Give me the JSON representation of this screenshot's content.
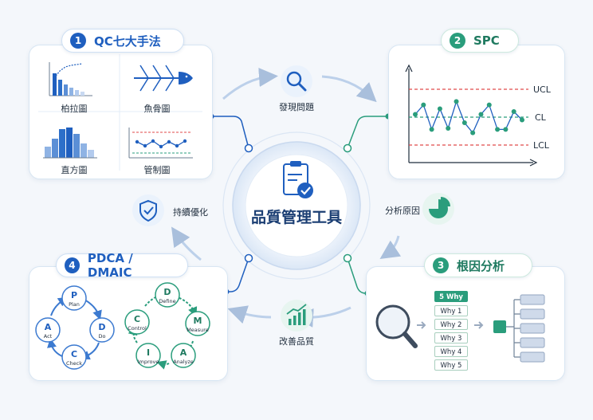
{
  "center": {
    "title": "品質管理工具"
  },
  "steps": [
    {
      "num": "1",
      "title": "QC七大手法"
    },
    {
      "num": "2",
      "title": "SPC"
    },
    {
      "num": "3",
      "title": "根因分析"
    },
    {
      "num": "4",
      "title": "PDCA / DMAIC"
    }
  ],
  "qc_tools": [
    "柏拉圖",
    "魚骨圖",
    "直方圖",
    "管制圖"
  ],
  "spc": {
    "ucl": "UCL",
    "cl": "CL",
    "lcl": "LCL",
    "points": [
      0.55,
      0.72,
      0.28,
      0.65,
      0.3,
      0.78,
      0.4,
      0.22,
      0.55,
      0.72,
      0.28,
      0.28,
      0.6,
      0.45
    ]
  },
  "cycle": {
    "top": "發現問題",
    "right": "分析原因",
    "bottom": "改善品質",
    "left": "持續優化"
  },
  "why": [
    "5 Why",
    "Why 1",
    "Why 2",
    "Why 3",
    "Why 4",
    "Why 5"
  ],
  "pdca": [
    {
      "letter": "P",
      "word": "Plan"
    },
    {
      "letter": "D",
      "word": "Do"
    },
    {
      "letter": "C",
      "word": "Check"
    },
    {
      "letter": "A",
      "word": "Act"
    }
  ],
  "dmaic": [
    {
      "letter": "D",
      "word": "Define"
    },
    {
      "letter": "M",
      "word": "Measure"
    },
    {
      "letter": "A",
      "word": "Analyze"
    },
    {
      "letter": "I",
      "word": "Improve"
    },
    {
      "letter": "C",
      "word": "Control"
    }
  ],
  "colors": {
    "blue": "#1f5fbf",
    "green": "#2a9d7c",
    "red": "#e04a4a"
  }
}
